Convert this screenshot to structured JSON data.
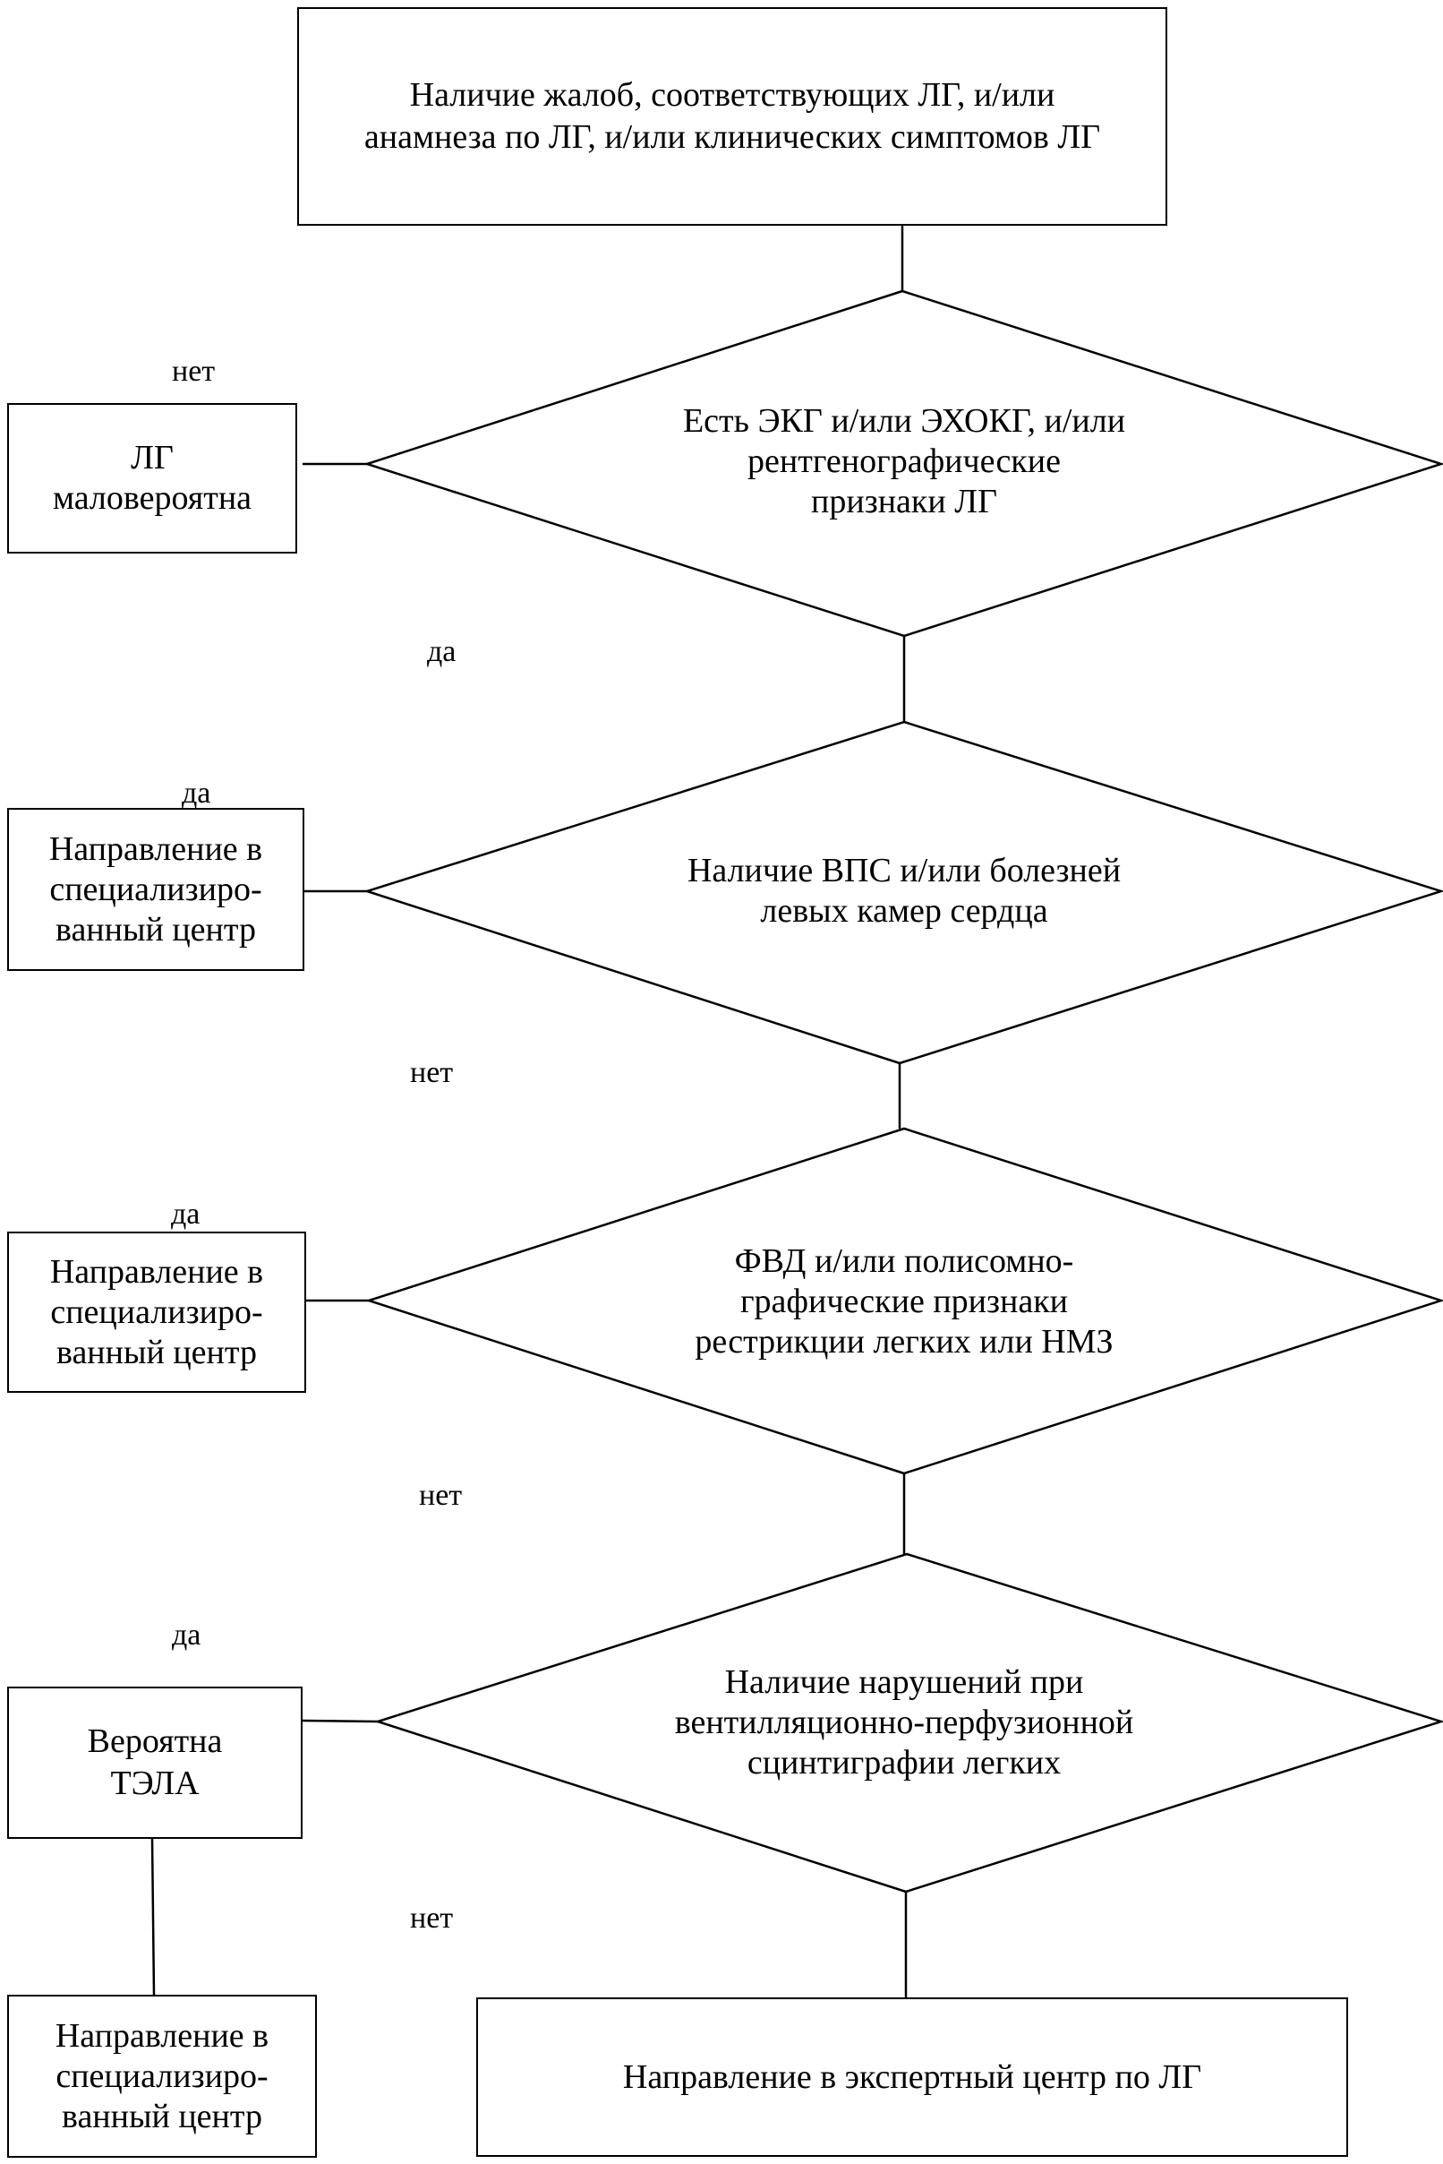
{
  "nodes": {
    "start": "Наличие жалоб, соответствующих ЛГ, и/или\nанамнеза по ЛГ, и/или клинических симптомов ЛГ",
    "decision_1": "Есть ЭКГ и/или ЭХОКГ, и/или\nрентгенографические\nпризнаки ЛГ",
    "result_unlikely": "ЛГ\nмаловероятна",
    "decision_2": "Наличие ВПС и/или болезней\nлевых камер сердца",
    "referral_1": "Направление в\nспециализиро-\nванный центр",
    "decision_3": "ФВД и/или полисомно-\nграфические признаки\nрестрикции легких или НМЗ",
    "referral_2": "Направление в\nспециализиро-\nванный центр",
    "decision_4": "Наличие нарушений при\nвентилляционно-перфузионной\nсцинтиграфии легких",
    "result_tela": "Вероятна\nТЭЛА",
    "referral_3": "Направление в\nспециализиро-\nванный центр",
    "expert_center": "Направление в экспертный центр по ЛГ"
  },
  "edge_labels": {
    "d1_no": "нет",
    "d1_yes": "да",
    "d2_yes": "да",
    "d2_no": "нет",
    "d3_yes": "да",
    "d3_no": "нет",
    "d4_yes": "да",
    "d4_no": "нет"
  }
}
